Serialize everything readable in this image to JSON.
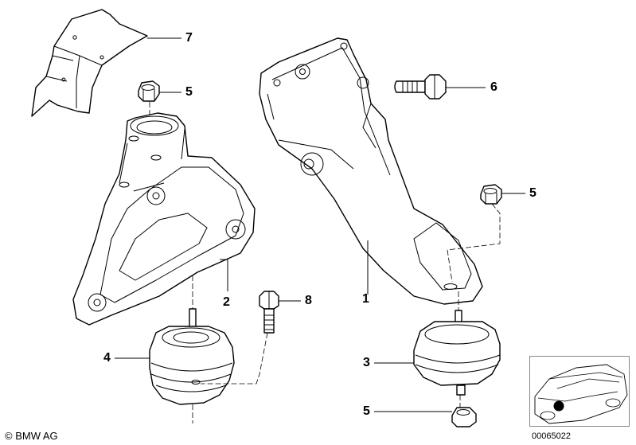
{
  "callouts": {
    "c1": "1",
    "c2": "2",
    "c3": "3",
    "c4": "4",
    "c5a": "5",
    "c5b": "5",
    "c5c": "5",
    "c6": "6",
    "c7": "7",
    "c8": "8"
  },
  "footer": {
    "copyright": "© BMW AG",
    "doc_number": "00065022"
  },
  "colors": {
    "line": "#000000",
    "background": "#ffffff",
    "marker": "#000000",
    "thumb_border": "#888888"
  }
}
